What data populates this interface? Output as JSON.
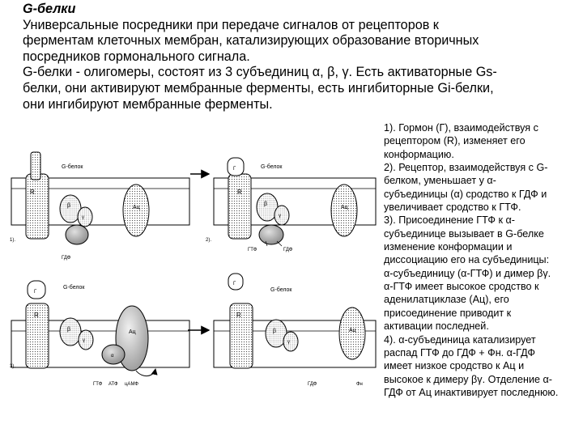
{
  "header": {
    "title": "G-белки",
    "lines": [
      "Универсальные посредники при передаче сигналов от рецепторов к",
      "ферментам клеточных мембран, катализирующих образование вторичных",
      "посредников гормонального сигнала.",
      "G-белки - олигомеры, состоят из 3 субъединиц α, β, γ. Есть активаторные Gs-",
      "белки, они активируют мембранные ферменты, есть ингибиторные Gi-белки,",
      "они ингибируют мембранные ферменты."
    ]
  },
  "notes": [
    "1). Гормон (Г), взаимодействуя с",
    "рецептором (R), изменяет его",
    "конформацию.",
    "2). Рецептор, взаимодействуя с G-",
    "белком, уменьшает у α-",
    "субъединицы (α) сродство к ГДФ и",
    "увеличивает сродство к ГТФ.",
    "3). Присоединение ГТФ к α-",
    "субъединице вызывает в G-белке",
    "изменение конформации и",
    "диссоциацию его на субъединицы:",
    "α-субъединицу (α-ГТФ) и димер βγ.",
    "α-ГТФ имеет высокое сродство к",
    "аденилатциклазе (Ац), его",
    "присоединение приводит к",
    "активации последней.",
    "4). α-субъединица катализирует",
    "распад ГТФ до ГДФ + Фн. α-ГДФ",
    "имеет низкое сродство к Ац и",
    "высокое к димеру βγ. Отделение α-",
    "ГДФ от Ац инактивирует последнюю."
  ],
  "diagram": {
    "panels": [
      {
        "step": "1).",
        "g_label": "G-белок",
        "r_label": "R",
        "beta": "β",
        "gamma": "γ",
        "ac": "Ац",
        "bottom": [
          "ГДФ"
        ]
      },
      {
        "step": "2).",
        "g_label": "G-белок",
        "hormone": "Г",
        "r_label": "R",
        "beta": "β",
        "gamma": "γ",
        "ac": "Ац",
        "bottom": [
          "ГТФ",
          "ГДФ"
        ]
      },
      {
        "step": "3).",
        "g_label": "G-белок",
        "hormone": "Г",
        "r_label": "R",
        "beta": "β",
        "gamma": "γ",
        "alpha": "α",
        "ac": "Ац",
        "bottom": [
          "ГТФ",
          "АТФ",
          "цАМФ"
        ]
      },
      {
        "g_label": "G-белок",
        "hormone": "Г",
        "r_label": "R",
        "beta": "β",
        "gamma": "γ",
        "ac": "Ац",
        "bottom": [
          "ГДФ",
          "Фн"
        ]
      }
    ]
  }
}
